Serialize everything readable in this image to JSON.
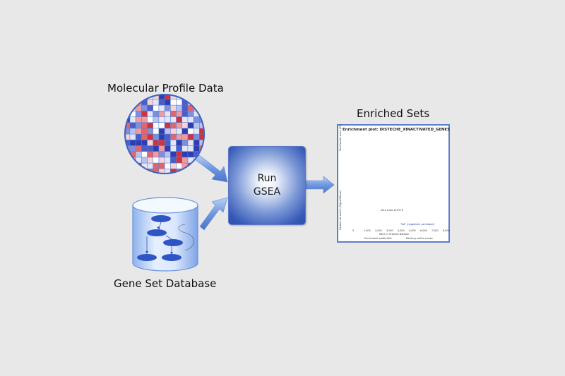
{
  "labels": {
    "molecular_profile": "Molecular Profile Data",
    "gene_set_database": "Gene Set Database",
    "run_line1": "Run",
    "run_line2": "GSEA",
    "enriched_sets": "Enriched Sets"
  },
  "enrichment_plot": {
    "title": "Enrichment plot: DISTECHE_XINACTIVATED_GENES",
    "ylabel_top": "Enrichment score (ES)",
    "ylabel_bottom": "Ranked list metric (Signal2Noise)",
    "xlabel": "Rank in Ordered Dataset",
    "zero_cross": "Zero cross at 6770",
    "na_label": "\"NA\" (negatively correlated)",
    "legend": [
      "Enrichment profile",
      "Hits",
      "Ranking metric scores"
    ],
    "x_ticks": [
      "0",
      "1,000",
      "2,000",
      "3,000",
      "4,000",
      "5,000",
      "6,000",
      "7,000",
      "8,000"
    ]
  },
  "colors": {
    "background": "#e8e8e8",
    "heatmap_red": "#d9434b",
    "heatmap_blue": "#2d3fb0",
    "arrow_blue": "#6a93dc",
    "box_blue": "#3759b8",
    "es_curve": "#33cc33",
    "frame_blue": "#5b7fcf"
  },
  "icons": [
    "heatmap-circle-icon",
    "database-cylinder-icon",
    "arrow-right-icon"
  ]
}
